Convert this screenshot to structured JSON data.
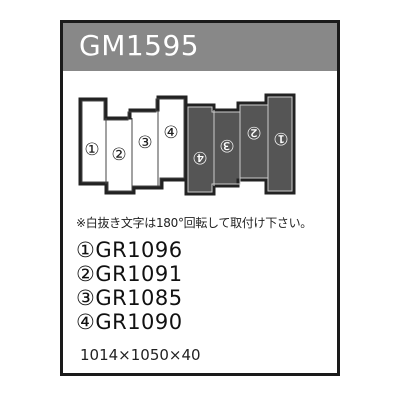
{
  "title": "GM1595",
  "segments": [
    {
      "label": "①",
      "fill": "#ffffff",
      "text_color": "#222222"
    },
    {
      "label": "②",
      "fill": "#ffffff",
      "text_color": "#222222"
    },
    {
      "label": "③",
      "fill": "#ffffff",
      "text_color": "#222222"
    },
    {
      "label": "④",
      "fill": "#ffffff",
      "text_color": "#222222"
    },
    {
      "label": "④",
      "fill": "#555555",
      "text_color": "#ffffff",
      "rotated": true
    },
    {
      "label": "③",
      "fill": "#555555",
      "text_color": "#ffffff",
      "rotated": true
    },
    {
      "label": "②",
      "fill": "#555555",
      "text_color": "#ffffff",
      "rotated": true
    },
    {
      "label": "①",
      "fill": "#555555",
      "text_color": "#ffffff",
      "rotated": true
    }
  ],
  "note": "※白抜き文字は180°回転して取付け下さい。",
  "parts": [
    "①GR1096",
    "②GR1091",
    "③GR1085",
    "④GR1090"
  ],
  "dimensions": "1014×1050×40",
  "colors": {
    "header_bg": "#888888",
    "frame": "#1a1a1a",
    "dark_fill": "#555555"
  }
}
